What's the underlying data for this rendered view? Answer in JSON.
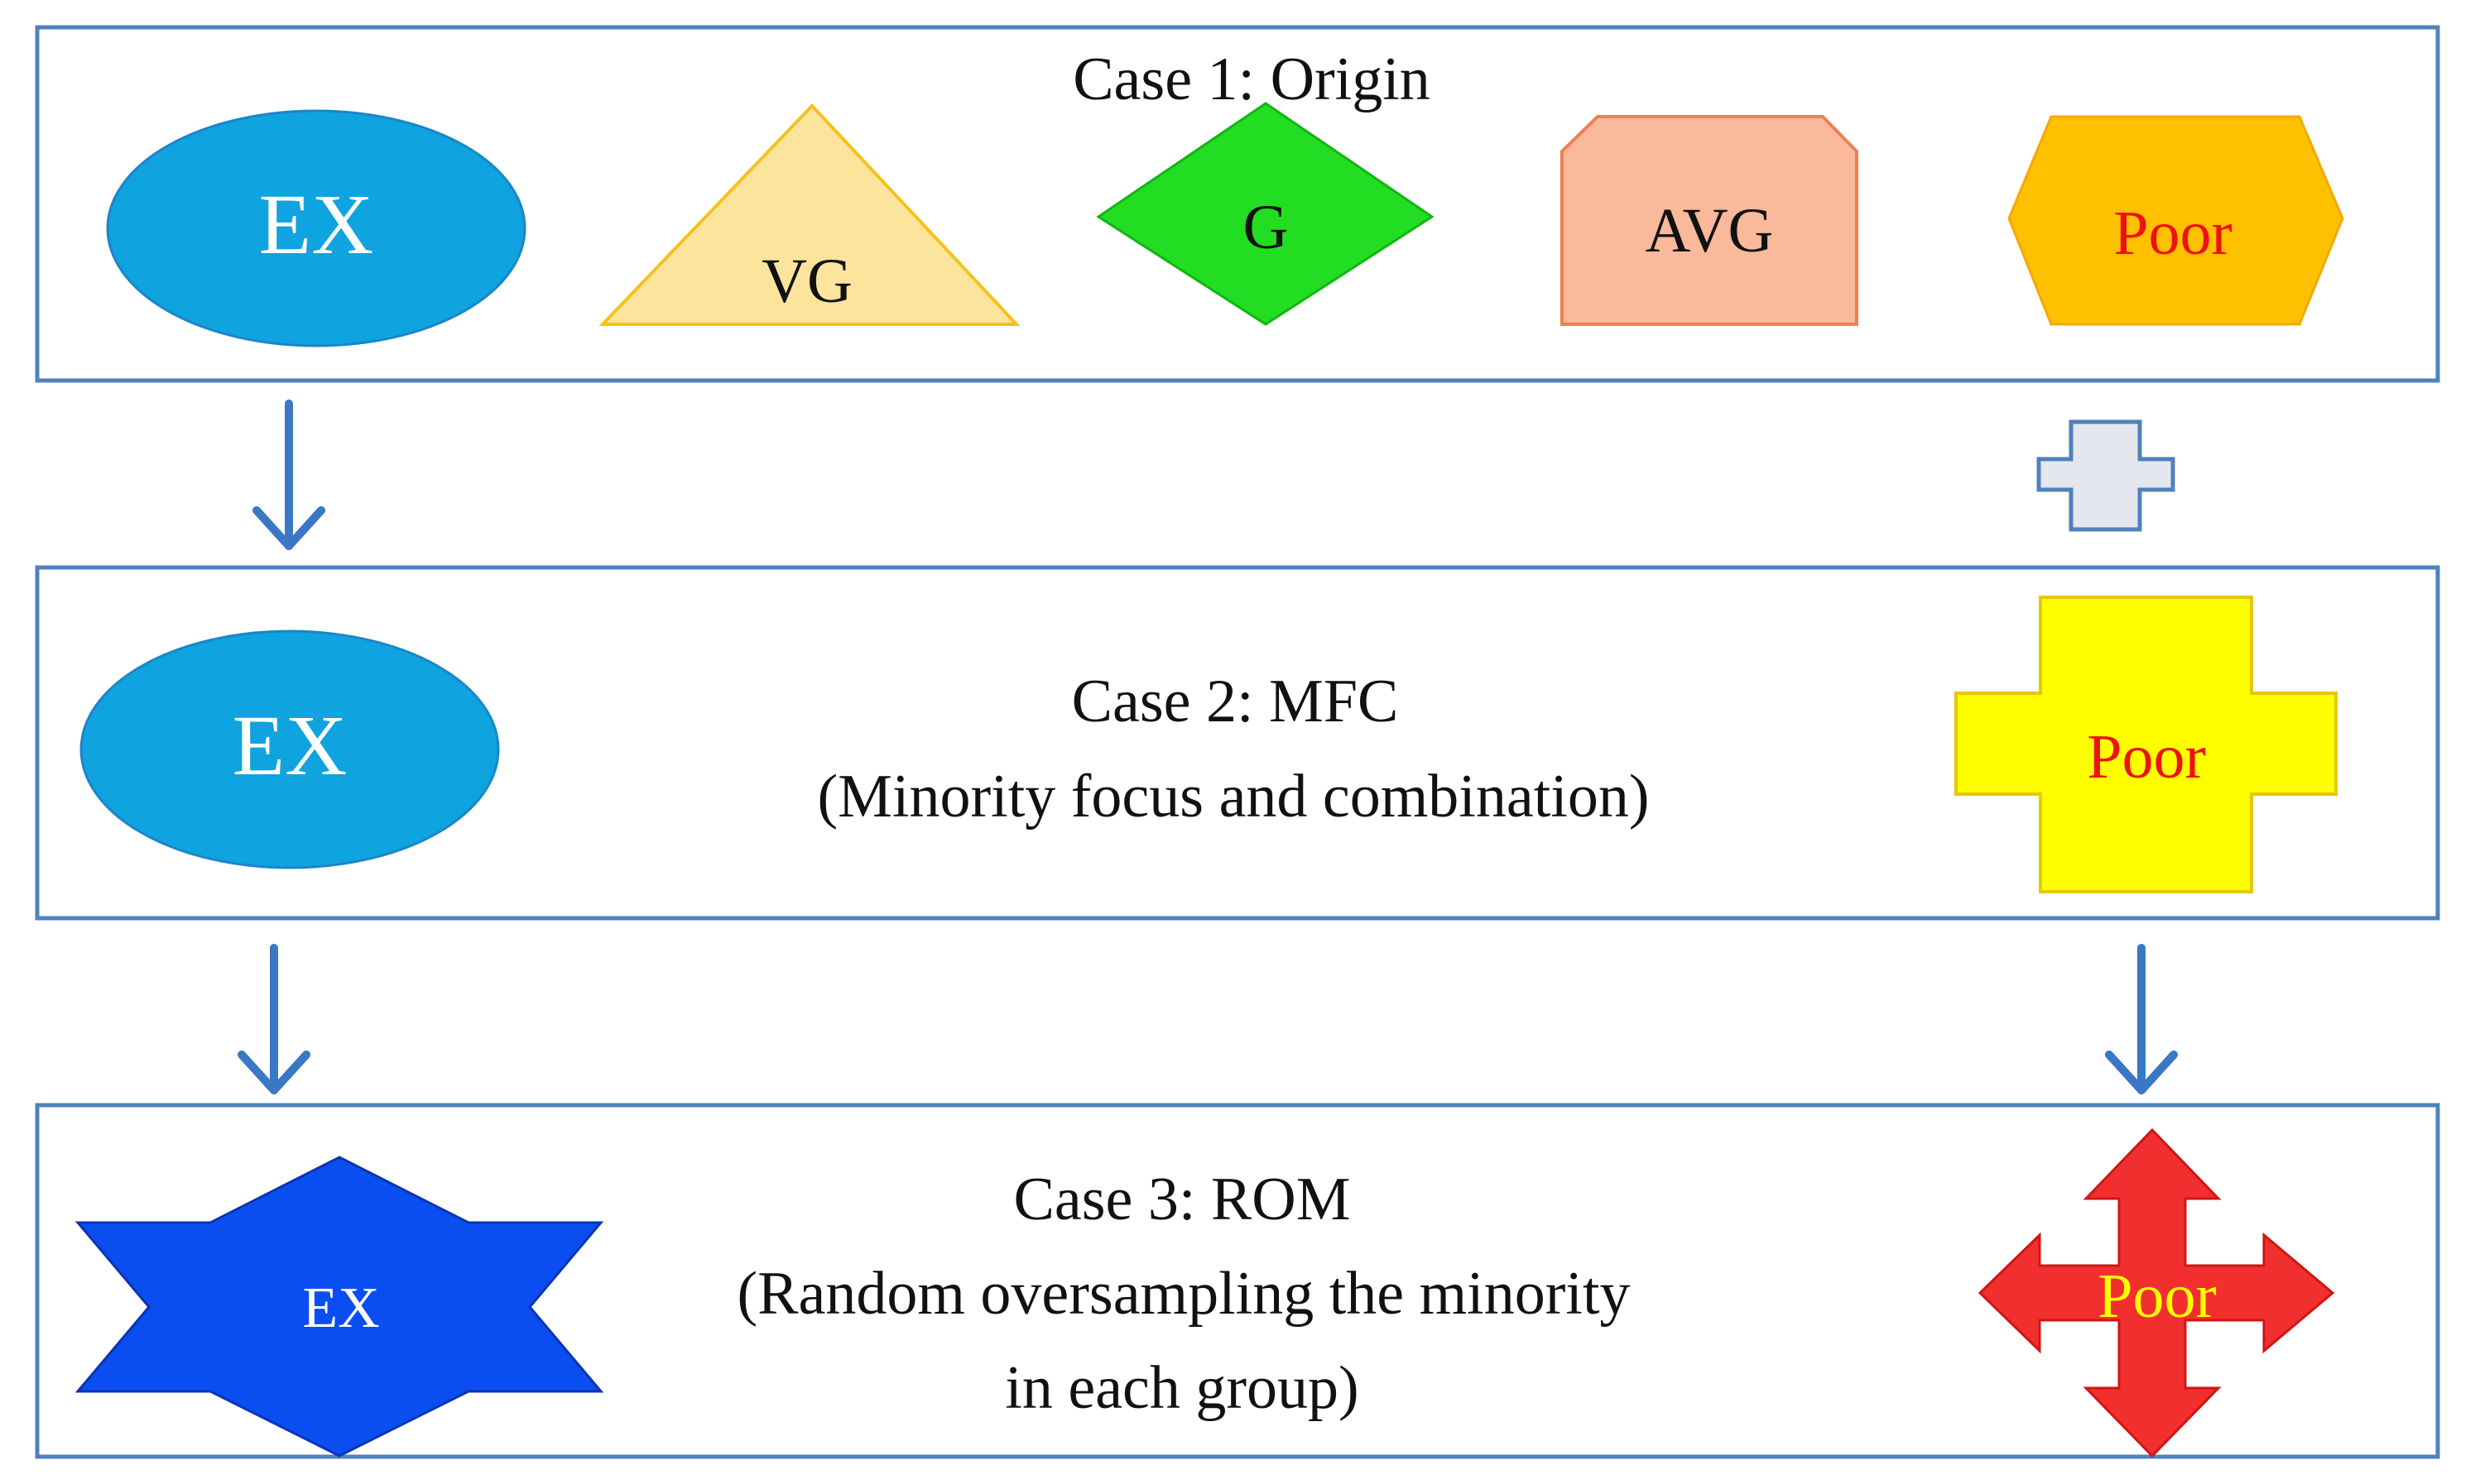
{
  "case1": {
    "title": "Case 1: Origin",
    "shapes": {
      "ex": "EX",
      "vg": "VG",
      "g": "G",
      "avg": "AVG",
      "poor": "Poor"
    }
  },
  "case2": {
    "title": "Case 2: MFC",
    "subtitle": "(Minority focus and combination)",
    "shapes": {
      "ex": "EX",
      "poor": "Poor"
    }
  },
  "case3": {
    "title": "Case 3: ROM",
    "subtitle_line1": "(Random oversampling the minority",
    "subtitle_line2": "in each group)",
    "shapes": {
      "ex": "EX",
      "poor": "Poor"
    }
  },
  "colors": {
    "panel_border": "#4f81bd",
    "arrow": "#3a77c4",
    "ex_ellipse": "#0fa3df",
    "vg_triangle": "#fde49d",
    "g_diamond": "#22dd22",
    "avg_box": "#f9b99a",
    "poor_hexagon": "#ffc000",
    "poor_cross": "#ffff00",
    "ex_star": "#0a4df0",
    "poor_arrows": "#f22f2f",
    "plus_icon": "#e4e7ee"
  }
}
